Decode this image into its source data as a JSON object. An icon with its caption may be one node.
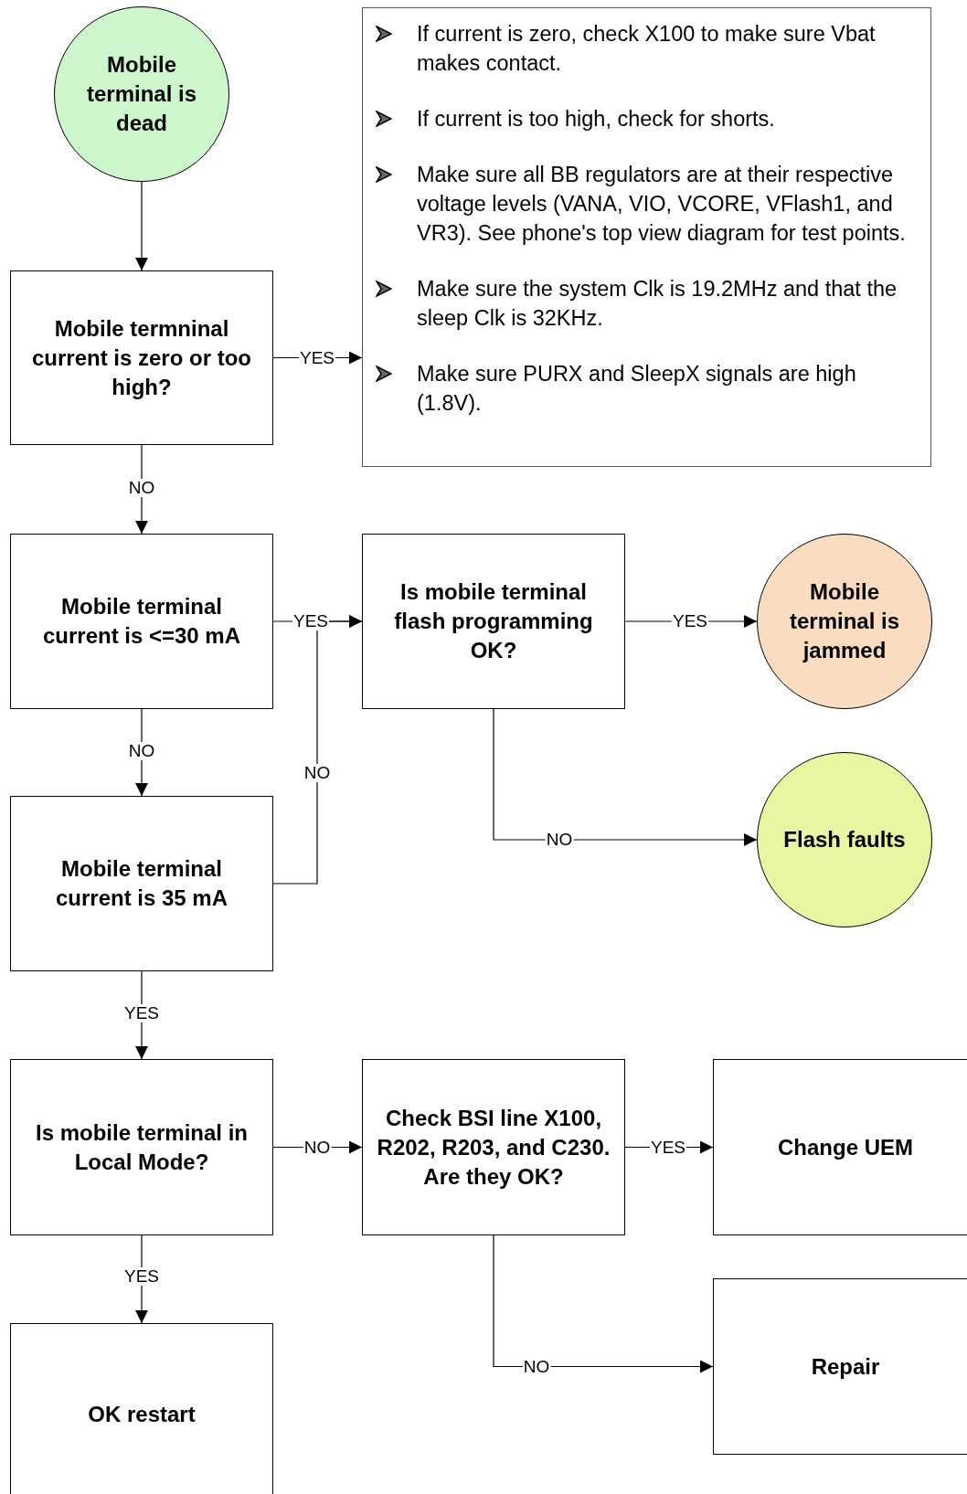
{
  "diagram": {
    "nodes": [
      {
        "text": [
          "Mobile terminal is dead"
        ]
      },
      {
        "text": [
          "If current is zero, check X100 to make sure Vbat makes contact.",
          "If current is too high, check for shorts.",
          "Make sure all BB regulators are at their respective voltage levels (VANA, VIO, VCORE, VFlash1, and VR3). See phone's top view diagram for test points.",
          "Make sure the system Clk is 19.2MHz and that the sleep Clk is 32KHz.",
          "Make sure PURX and SleepX signals are high (1.8V)."
        ]
      },
      {
        "text": [
          "Mobile termninal current is zero or too high?"
        ]
      },
      {
        "text": [
          "Mobile terminal current is <=30 mA"
        ]
      },
      {
        "text": [
          "Is mobile terminal flash programming OK?"
        ]
      },
      {
        "text": [
          "Mobile terminal is jammed"
        ]
      },
      {
        "text": [
          "Mobile terminal current is 35 mA"
        ]
      },
      {
        "text": [
          "Flash faults"
        ]
      },
      {
        "text": [
          "Is mobile terminal in Local Mode?"
        ]
      },
      {
        "text": [
          "Check BSI line X100, R202, R203, and C230. Are they OK?"
        ]
      },
      {
        "text": [
          "Change UEM"
        ]
      },
      {
        "text": [
          "OK restart"
        ]
      },
      {
        "text": [
          "Repair"
        ]
      }
    ],
    "edges": [
      {
        "from": 0,
        "to": 2,
        "arrow": "to"
      },
      {
        "from": 2,
        "to": 1,
        "arrow": "to",
        "label": "YES"
      },
      {
        "from": 2,
        "to": 3,
        "arrow": "to",
        "label": "NO"
      },
      {
        "from": 3,
        "to": 4,
        "arrow": "to",
        "label": "YES"
      },
      {
        "from": 4,
        "to": 5,
        "arrow": "to",
        "label": "YES"
      },
      {
        "from": 4,
        "to": 7,
        "arrow": "to",
        "label": "NO"
      },
      {
        "from": 3,
        "to": 6,
        "arrow": "to",
        "label": "NO"
      },
      {
        "from": 6,
        "to": 4,
        "arrow": "to",
        "label": "NO"
      },
      {
        "from": 6,
        "to": 8,
        "arrow": "to",
        "label": "YES"
      },
      {
        "from": 8,
        "to": 9,
        "arrow": "to",
        "label": "NO"
      },
      {
        "from": 9,
        "to": 10,
        "arrow": "to",
        "label": "YES"
      },
      {
        "from": 8,
        "to": 11,
        "arrow": "to",
        "label": "YES"
      },
      {
        "from": 9,
        "to": 12,
        "arrow": "to",
        "label": "NO"
      }
    ]
  }
}
